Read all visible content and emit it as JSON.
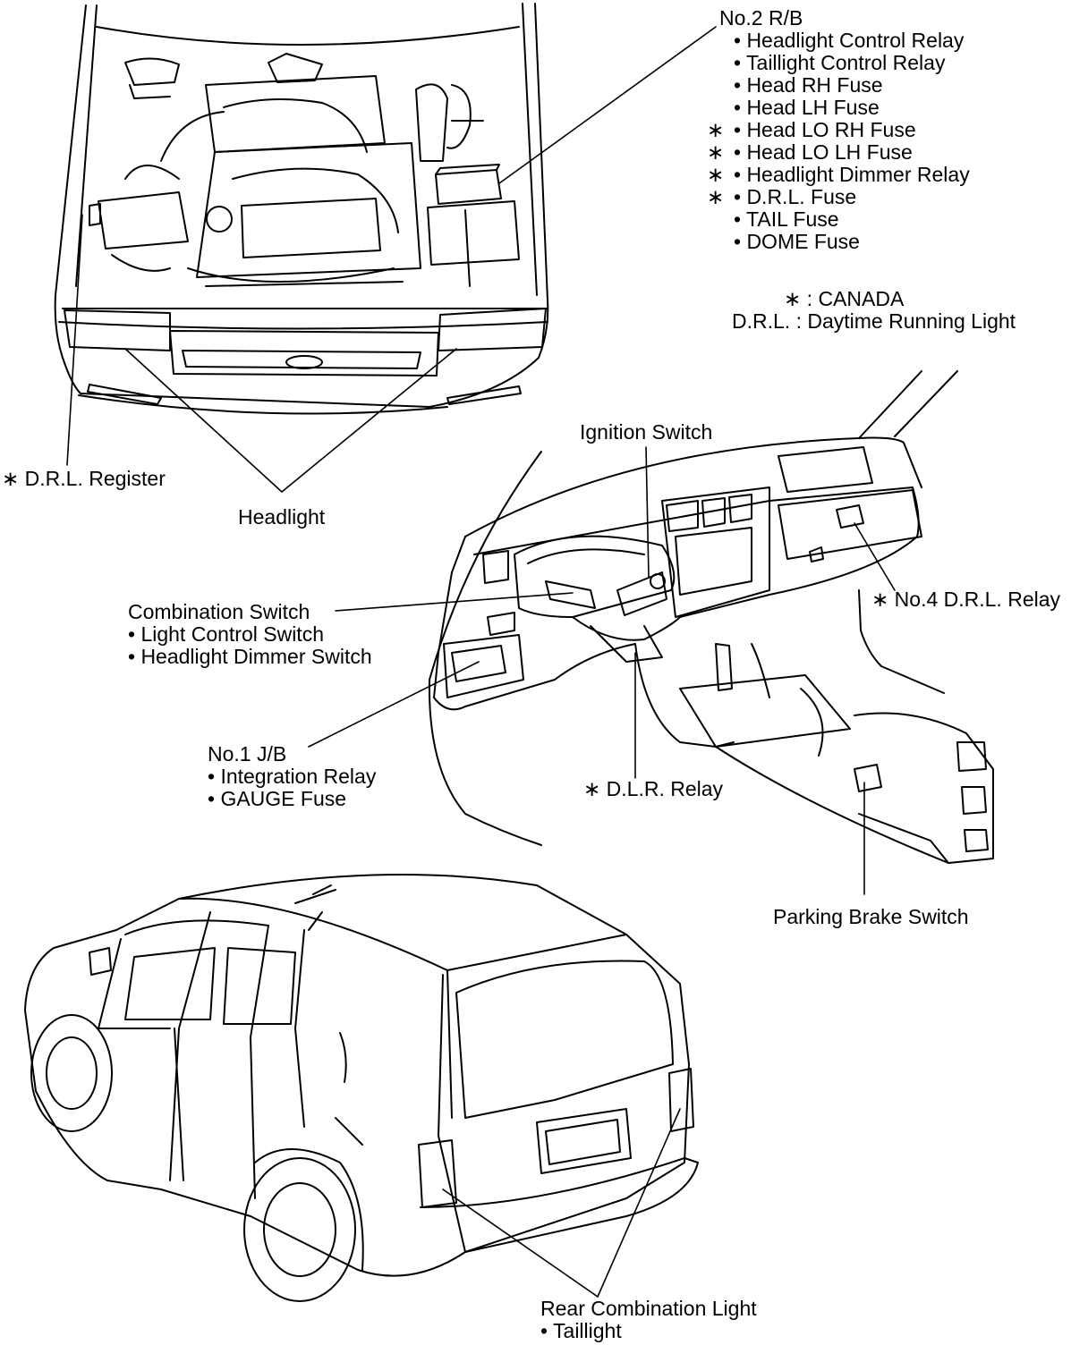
{
  "labels": {
    "no2_rb": {
      "title": "No.2 R/B",
      "items": [
        {
          "mark": "",
          "text": "• Headlight Control Relay"
        },
        {
          "mark": "",
          "text": "• Taillight Control Relay"
        },
        {
          "mark": "",
          "text": "• Head RH Fuse"
        },
        {
          "mark": "",
          "text": "• Head LH Fuse"
        },
        {
          "mark": "∗",
          "text": "• Head LO RH Fuse"
        },
        {
          "mark": "∗",
          "text": "• Head LO LH Fuse"
        },
        {
          "mark": "∗",
          "text": "• Headlight Dimmer Relay"
        },
        {
          "mark": "∗",
          "text": "• D.R.L. Fuse"
        },
        {
          "mark": "",
          "text": "• TAIL Fuse"
        },
        {
          "mark": "",
          "text": "• DOME Fuse"
        }
      ]
    },
    "legend": {
      "canada": "∗ : CANADA",
      "drl": "D.R.L. : Daytime Running Light"
    },
    "drl_register": "∗ D.R.L. Register",
    "headlight": "Headlight",
    "ignition_switch": "Ignition Switch",
    "no4_drl_relay": "∗  No.4 D.R.L. Relay",
    "combination_switch": {
      "title": "Combination Switch",
      "items": [
        "• Light Control Switch",
        "• Headlight Dimmer Switch"
      ]
    },
    "no1_jb": {
      "title": "No.1 J/B",
      "items": [
        "• Integration Relay",
        "• GAUGE Fuse"
      ]
    },
    "dlr_relay": "∗ D.L.R. Relay",
    "parking_brake_switch": "Parking Brake Switch",
    "rear_combination_light": {
      "title": "Rear Combination Light",
      "items": [
        "• Taillight"
      ]
    }
  },
  "colors": {
    "ink": "#000000",
    "paper": "#ffffff"
  }
}
